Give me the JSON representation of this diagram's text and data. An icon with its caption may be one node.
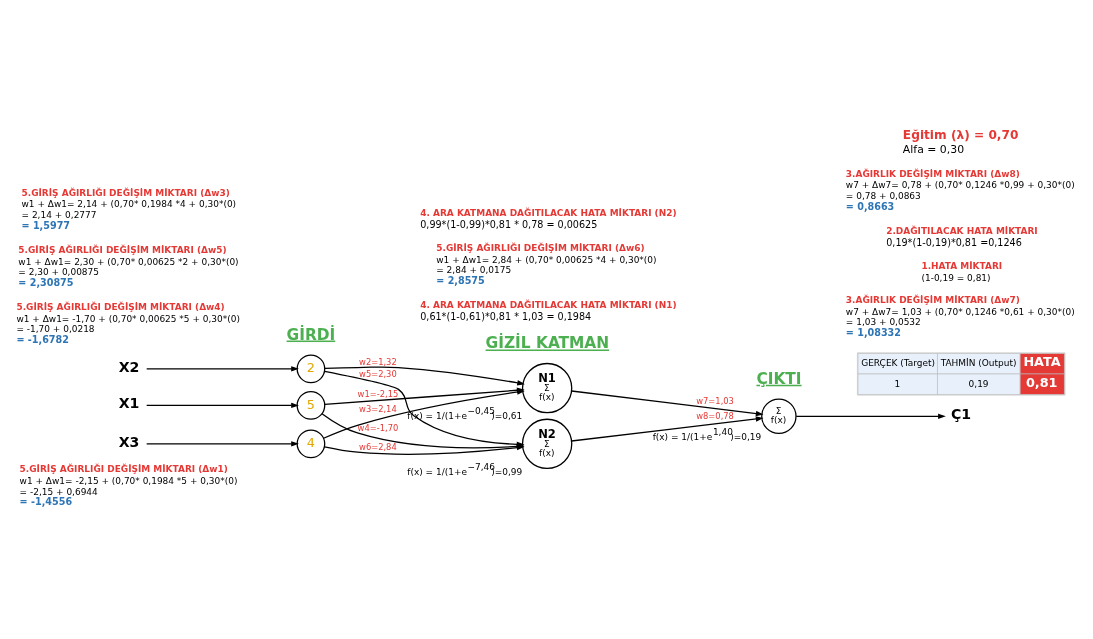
{
  "diagram": {
    "nodes": [
      {
        "text": [
          "X1"
        ]
      },
      {
        "text": [
          "5"
        ]
      },
      {
        "text": [
          "X2"
        ]
      },
      {
        "text": [
          "2"
        ]
      },
      {
        "text": [
          "X3"
        ]
      },
      {
        "text": [
          "4"
        ]
      },
      {
        "text": [
          "N1",
          "Σ",
          "f(x)"
        ],
        "beside": [
          "f(x) = 1/(1+e$^{−0,45}$)=0,61"
        ]
      },
      {
        "text": [
          "N2",
          "Σ",
          "f(x)"
        ],
        "beside": [
          "f(x) = 1/(1+e$^{−7,46}$)=0,99"
        ]
      },
      {
        "text": [
          "Σ",
          "f(x)"
        ],
        "beside": [
          "f(x) = 1/(1+e$^{1,40}$)=0,19"
        ]
      },
      {
        "text": [
          "Ç1"
        ]
      }
    ],
    "edges": [
      {
        "from": 0,
        "to": 1,
        "arrow": "to"
      },
      {
        "from": 2,
        "to": 3,
        "arrow": "to"
      },
      {
        "from": 4,
        "to": 5,
        "arrow": "to"
      },
      {
        "from": 1,
        "to": 6,
        "arrow": "to",
        "label": "w1=-2,15"
      },
      {
        "from": 3,
        "to": 6,
        "arrow": "to",
        "label": "w2=1,32"
      },
      {
        "from": 5,
        "to": 6,
        "arrow": "to",
        "label": "w3=2,14"
      },
      {
        "from": 1,
        "to": 7,
        "arrow": "to",
        "label": "w4=-1,70"
      },
      {
        "from": 3,
        "to": 7,
        "arrow": "to",
        "label": "w5=2,30"
      },
      {
        "from": 5,
        "to": 7,
        "arrow": "to",
        "label": "w6=2,84"
      },
      {
        "from": 6,
        "to": 8,
        "arrow": "to",
        "label": "w7=1,03"
      },
      {
        "from": 7,
        "to": 8,
        "arrow": "to",
        "label": "w8=0,78"
      },
      {
        "from": 8,
        "to": 9,
        "arrow": "to"
      }
    ],
    "labels": [
      "GİRDİ",
      "GİZİL KATMAN",
      "ÇIKTI",
      "4. ARA KATMANA DAĞITILACAK HATA MİKTARI (N1)",
      "0,61*(1-0,61)*0,81 * 1,03 = 0,1984",
      "5.GİRİŞ AĞIRLIĞI DEĞİŞİM MİKTARI (Δw1)",
      "w1 + Δw1= -2,15 + (0,70* 0,1984 *5 + 0,30*(0)",
      "= -2,15 + 0,6944",
      "= -1,4556",
      "GERÇEK (Target)",
      "TAHMİN (Output)",
      "HATA",
      "1",
      "0,19",
      "0,81",
      "3.AĞIRLIK DEĞİŞİM MİKTARI (Δw7)",
      "w7 + Δw7= 1,03 + (0,70* 0,1246 *0,61 + 0,30*(0)",
      "= 1,03 + 0,0532",
      "= 1,08332",
      "1.HATA MİKTARI",
      "(1-0,19 = 0,81)",
      "2.DAĞITILACAK HATA MİKTARI",
      "0,19*(1-0,19)*0,81 =0,1246",
      "5.GİRİŞ AĞIRLIĞI DEĞİŞİM MİKTARI (Δw4)",
      "w1 + Δw1= -1,70 + (0,70* 0,00625 *5 + 0,30*(0)",
      "= -1,70 + 0,0218",
      "= -1,6782",
      "5.GİRİŞ AĞIRLIĞI DEĞİŞİM MİKTARI (Δw5)",
      "w1 + Δw1= 2,30 + (0,70* 0,00625 *2 + 0,30*(0)",
      "= 2,30 + 0,00875",
      "= 2,30875",
      "3.AĞIRLIK DEĞİŞİM MİKTARI (Δw8)",
      "w7 + Δw7= 0,78 + (0,70* 0,1246 *0,99 + 0,30*(0)",
      "= 0,78 + 0,0863",
      "= 0,8663",
      "5.GİRİŞ AĞIRLIĞI DEĞİŞİM MİKTARI (Δw6)",
      "w1 + Δw1= 2,84 + (0,70* 0,00625 *4 + 0,30*(0)",
      "= 2,84 + 0,0175",
      "= 2,8575",
      "5.GİRİŞ AĞIRLIĞI DEĞİŞİM MİKTARI (Δw3)",
      "w1 + Δw1= 2,14 + (0,70* 0,1984 *4 + 0,30*(0)",
      "= 2,14 + 0,2777",
      "= 1,5977",
      "4. ARA KATMANA DAĞITILACAK HATA MİKTARI (N2)",
      "0,99*(1-0,99)*0,81 * 0,78 = 0,00625",
      "Eğitim (λ) = 0,70",
      "Alfa = 0,30"
    ]
  }
}
